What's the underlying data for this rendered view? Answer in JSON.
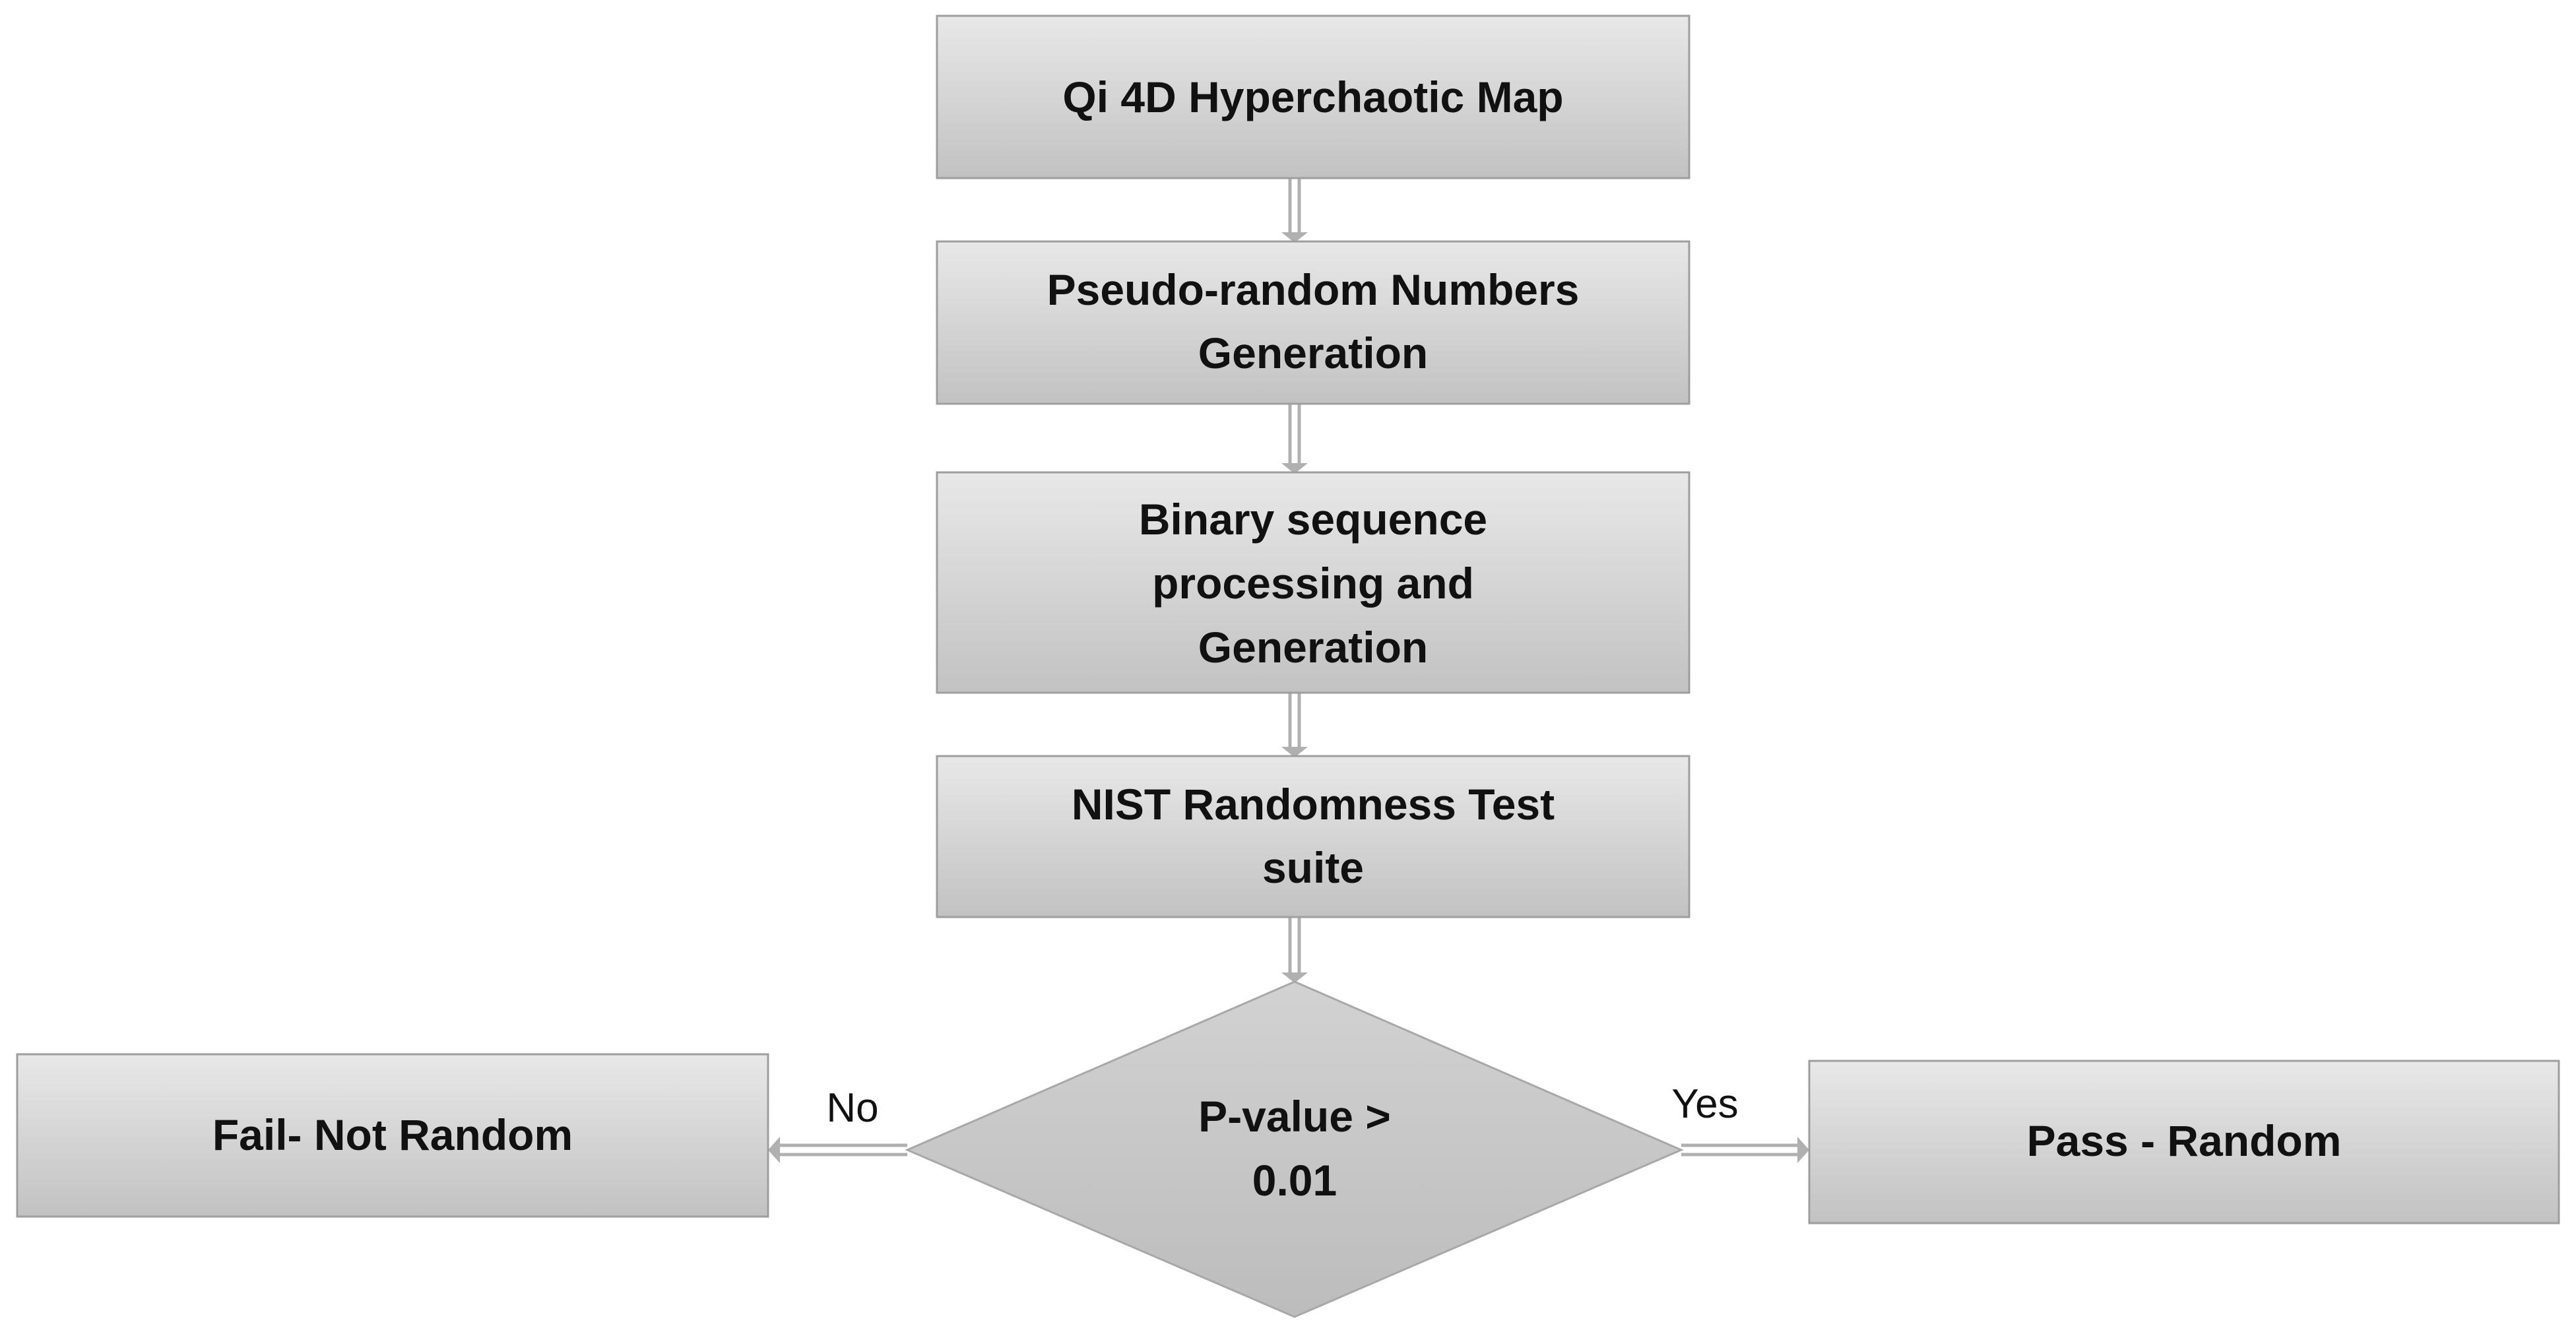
{
  "nodes": {
    "hyperchaotic_map": {
      "lines": [
        "Qi 4D Hyperchaotic Map"
      ]
    },
    "prng_generation": {
      "lines": [
        "Pseudo-random Numbers",
        "Generation"
      ]
    },
    "binary_processing": {
      "lines": [
        "Binary sequence",
        "processing and",
        "Generation"
      ]
    },
    "nist_suite": {
      "lines": [
        "NIST Randomness Test",
        "suite"
      ]
    },
    "decision": {
      "lines": [
        "P-value >",
        "0.01"
      ]
    },
    "fail": {
      "lines": [
        "Fail- Not Random"
      ]
    },
    "pass": {
      "lines": [
        "Pass - Random"
      ]
    }
  },
  "branches": {
    "no_label": "No",
    "yes_label": "Yes"
  },
  "colors": {
    "box_fill_top": "#e6e6e6",
    "box_fill_bottom": "#c4c4c4",
    "box_stroke": "#9e9e9e",
    "diamond_fill": "#c8c8c8",
    "arrow": "#b5b5b5",
    "text": "#111111"
  }
}
